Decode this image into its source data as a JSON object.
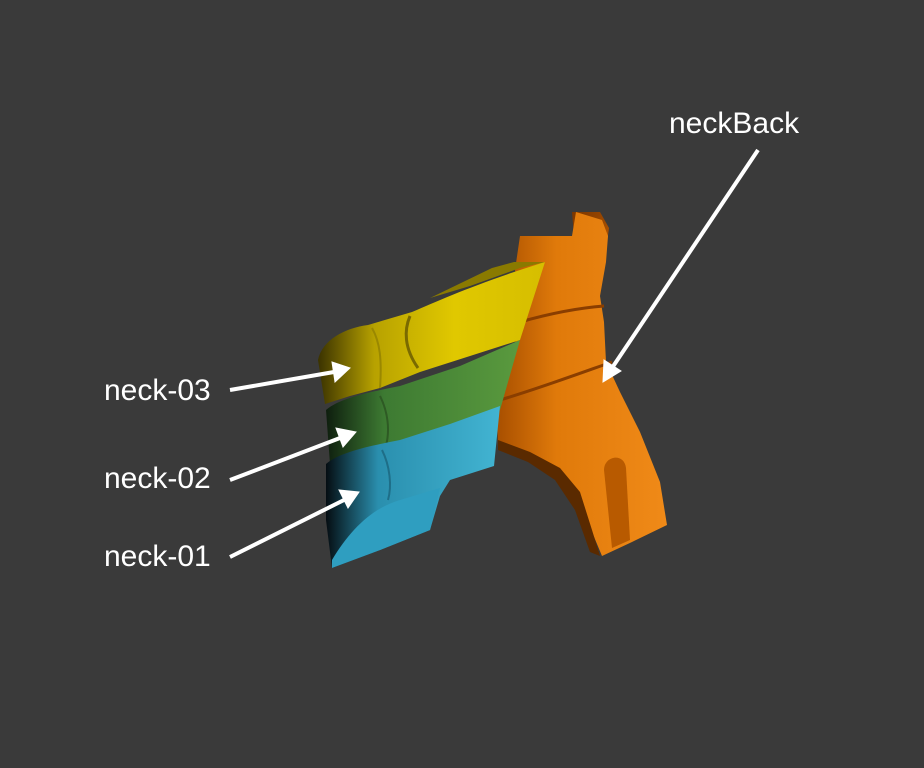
{
  "labels": {
    "neck_back": "neckBack",
    "neck_03": "neck-03",
    "neck_02": "neck-02",
    "neck_01": "neck-01"
  },
  "colors": {
    "background": "#3a3a3a",
    "neck_back": "#e07a0a",
    "neck_03": "#d8c200",
    "neck_02": "#4e8a3a",
    "neck_01": "#38aac8",
    "arrow": "#ffffff",
    "label_text": "#ffffff"
  }
}
